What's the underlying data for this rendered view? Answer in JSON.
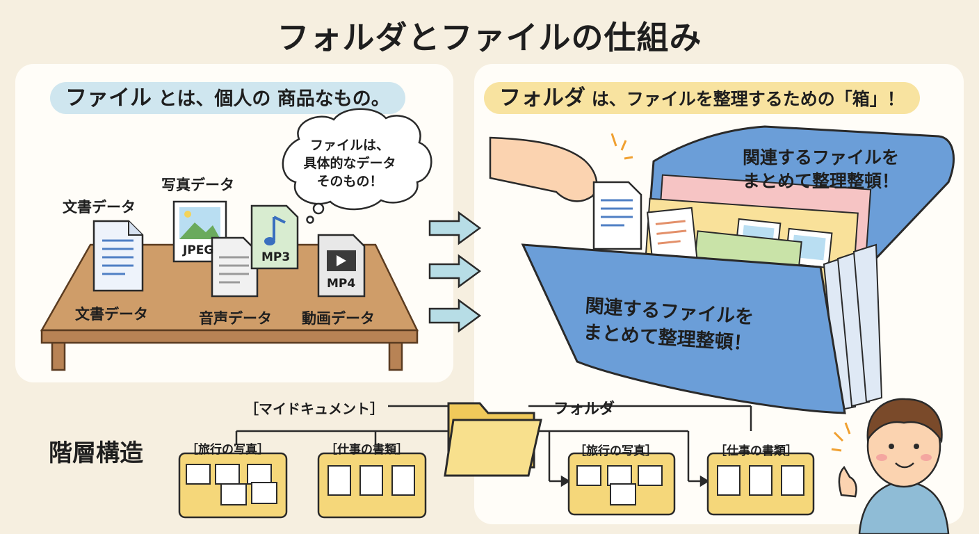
{
  "title": "フォルダとファイルの仕組み",
  "file_section": {
    "heading_highlight": "ファイル",
    "heading_rest": " とは、個人の 商品なもの。",
    "bubble_lines": [
      "ファイルは、",
      "具体的なデータ",
      "そのもの！"
    ],
    "labels": {
      "doc_top": "文書データ",
      "photo_top": "写真データ",
      "doc_bottom": "文書データ",
      "audio": "音声データ",
      "video": "動画データ"
    },
    "file_tags": {
      "jpeg": "JPEG",
      "mp3": "MP3",
      "mp4": "MP4"
    }
  },
  "folder_section": {
    "heading_highlight": "フォルダ",
    "heading_rest": " は、ファイルを整理するための「箱」！",
    "text_back": [
      "関連するファイルを",
      "まとめて整理整頓！"
    ],
    "text_front": [
      "関連するファイルを",
      "まとめて整理整頓！"
    ]
  },
  "hierarchy": {
    "title": "階層構造",
    "root": "［マイドキュメント］",
    "folder_label": "フォルダ",
    "left_boxes": [
      "［旅行の写真］",
      "［仕事の書類］"
    ],
    "right_boxes": [
      "［旅行の写真］",
      "［仕事の書類］"
    ]
  },
  "colors": {
    "background": "#f6efe0",
    "panel": "#fffdf8",
    "folder_blue": "#6b9ed8",
    "folder_yellow": "#f5d77a",
    "pill_blue": "#cfe6ef",
    "pill_yellow": "#f8e3a0",
    "arrow": "#b7dde6",
    "table": "#cf9d69"
  }
}
